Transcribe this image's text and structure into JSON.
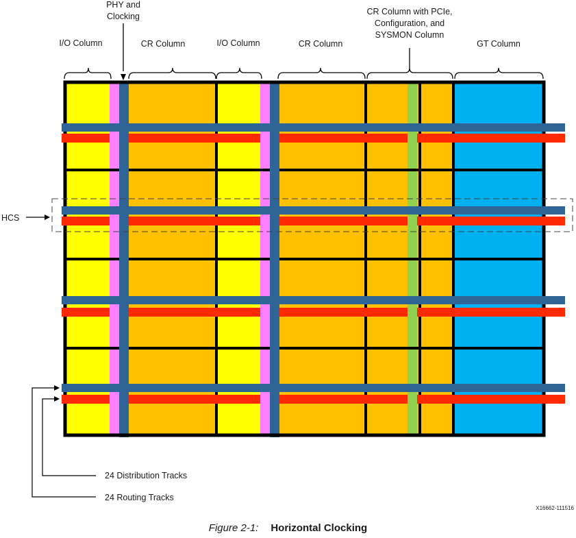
{
  "labels": {
    "phy_line1": "PHY and",
    "phy_line2": "Clocking",
    "io_col_1": "I/O Column",
    "cr_col_1": "CR Column",
    "io_col_2": "I/O Column",
    "cr_col_2": "CR Column",
    "cr_pcie_line1": "CR Column with PCIe,",
    "cr_pcie_line2": "Configuration, and",
    "cr_pcie_line3": "SYSMON Column",
    "gt_col": "GT Column",
    "hcs": "HCS",
    "distribution_tracks": "24 Distribution Tracks",
    "routing_tracks": "24 Routing Tracks",
    "figure_id": "X16662-111516"
  },
  "caption": {
    "figure_number": "Figure 2-1:",
    "title": "Horizontal Clocking"
  },
  "colors": {
    "io_column": "#ffff00",
    "cr_column": "#ffc000",
    "gt_column": "#00b0f0",
    "phy_pink": "#ff80ff",
    "clock_spine_blue": "#2e6596",
    "routing_red": "#ff2a00",
    "sysmon_green": "#92d050",
    "grid_black": "#000000"
  }
}
